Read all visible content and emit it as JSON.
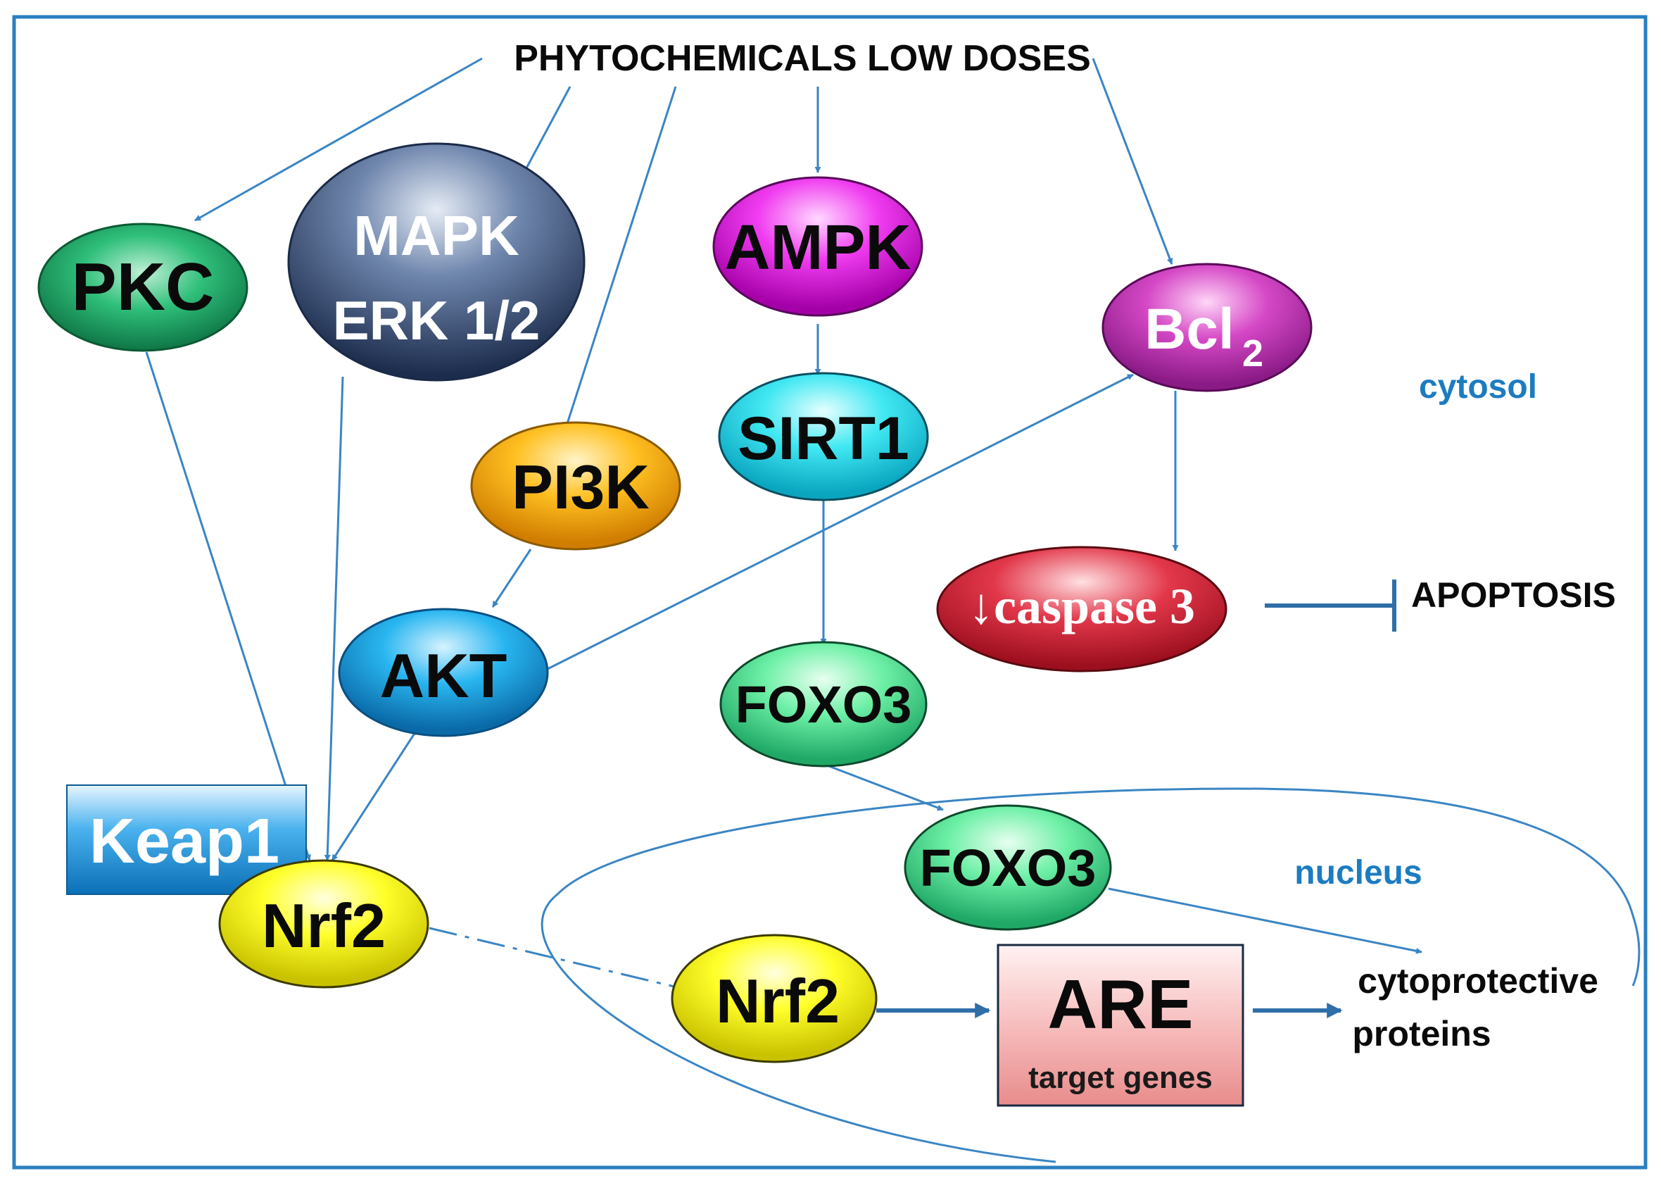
{
  "header": {
    "title": "PHYTOCHEMICALS LOW DOSES"
  },
  "compartments": {
    "cytosol": "cytosol",
    "nucleus": "nucleus"
  },
  "nodes": {
    "pkc": "PKC",
    "mapk_line1": "MAPK",
    "mapk_line2": "ERK 1/2",
    "pi3k": "PI3K",
    "akt": "AKT",
    "ampk": "AMPK",
    "sirt1": "SIRT1",
    "foxo3_cyto": "FOXO3",
    "foxo3_nuc": "FOXO3",
    "bcl2_main": "Bcl",
    "bcl2_sub": "2",
    "caspase3": "↓caspase 3",
    "keap1": "Keap1",
    "nrf2_cyto": "Nrf2",
    "nrf2_nuc": "Nrf2",
    "are_title": "ARE",
    "are_subtitle": "target genes"
  },
  "outcomes": {
    "apoptosis": "APOPTOSIS",
    "cytoprotective_line1": "cytoprotective",
    "cytoprotective_line2": "proteins"
  },
  "colors": {
    "frame": "#2a7fc0",
    "arrow": "#3a85c4",
    "compartment_label": "#1c7cc0"
  }
}
